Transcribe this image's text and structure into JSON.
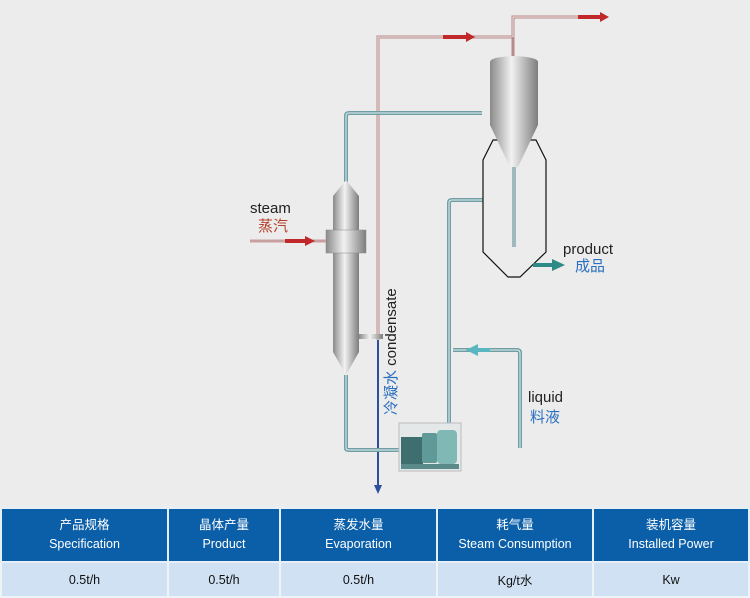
{
  "diagram": {
    "labels": {
      "steam_en": "steam",
      "steam_cn": "蒸汽",
      "condensate_en": "condensate",
      "condensate_cn": "冷凝水",
      "product_en": "product",
      "product_cn": "成品",
      "liquid_en": "liquid",
      "liquid_cn": "料液"
    },
    "colors": {
      "steam": "#c0282a",
      "liquid": "#4aa7b0",
      "condensate": "#2c4fa0",
      "steam_label": "#b5402a",
      "cn_label": "#2a6fc0"
    }
  },
  "table": {
    "headers": [
      {
        "cn": "产品规格",
        "en": "Specification"
      },
      {
        "cn": "晶体产量",
        "en": "Product"
      },
      {
        "cn": "蒸发水量",
        "en": "Evaporation"
      },
      {
        "cn": "耗气量",
        "en": "Steam Consumption"
      },
      {
        "cn": "装机容量",
        "en": "Installed Power"
      }
    ],
    "row": [
      "0.5t/h",
      "0.5t/h",
      "0.5t/h",
      "Kg/t水",
      "Kw"
    ]
  }
}
